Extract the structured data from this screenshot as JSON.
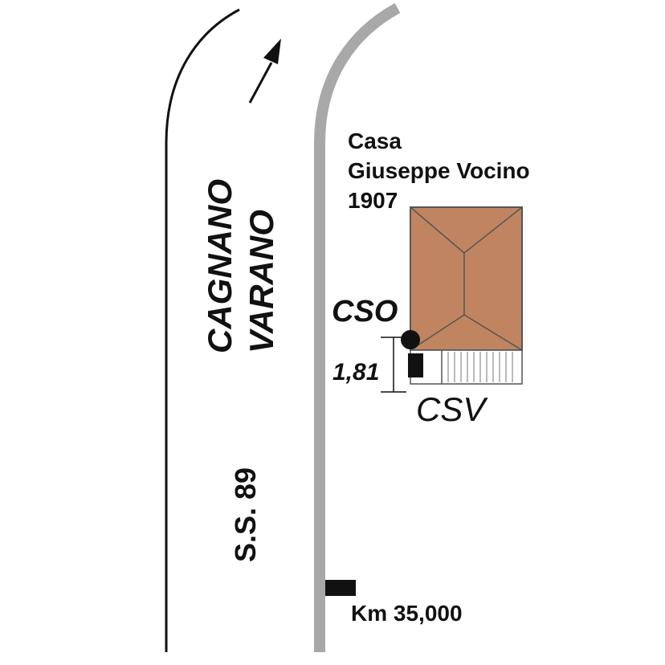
{
  "house": {
    "name_line1": "Casa",
    "name_line2": "Giuseppe Vocino",
    "year": "1907",
    "roof_color": "#c08560"
  },
  "road": {
    "direction_line1": "CAGNANO",
    "direction_line2": "VARANO",
    "name": "S.S. 89",
    "edge_color": "#a8a8a8"
  },
  "markers": {
    "cso_label": "CSO",
    "csv_label": "CSV",
    "distance": "1,81",
    "km_label": "Km 35,000"
  }
}
